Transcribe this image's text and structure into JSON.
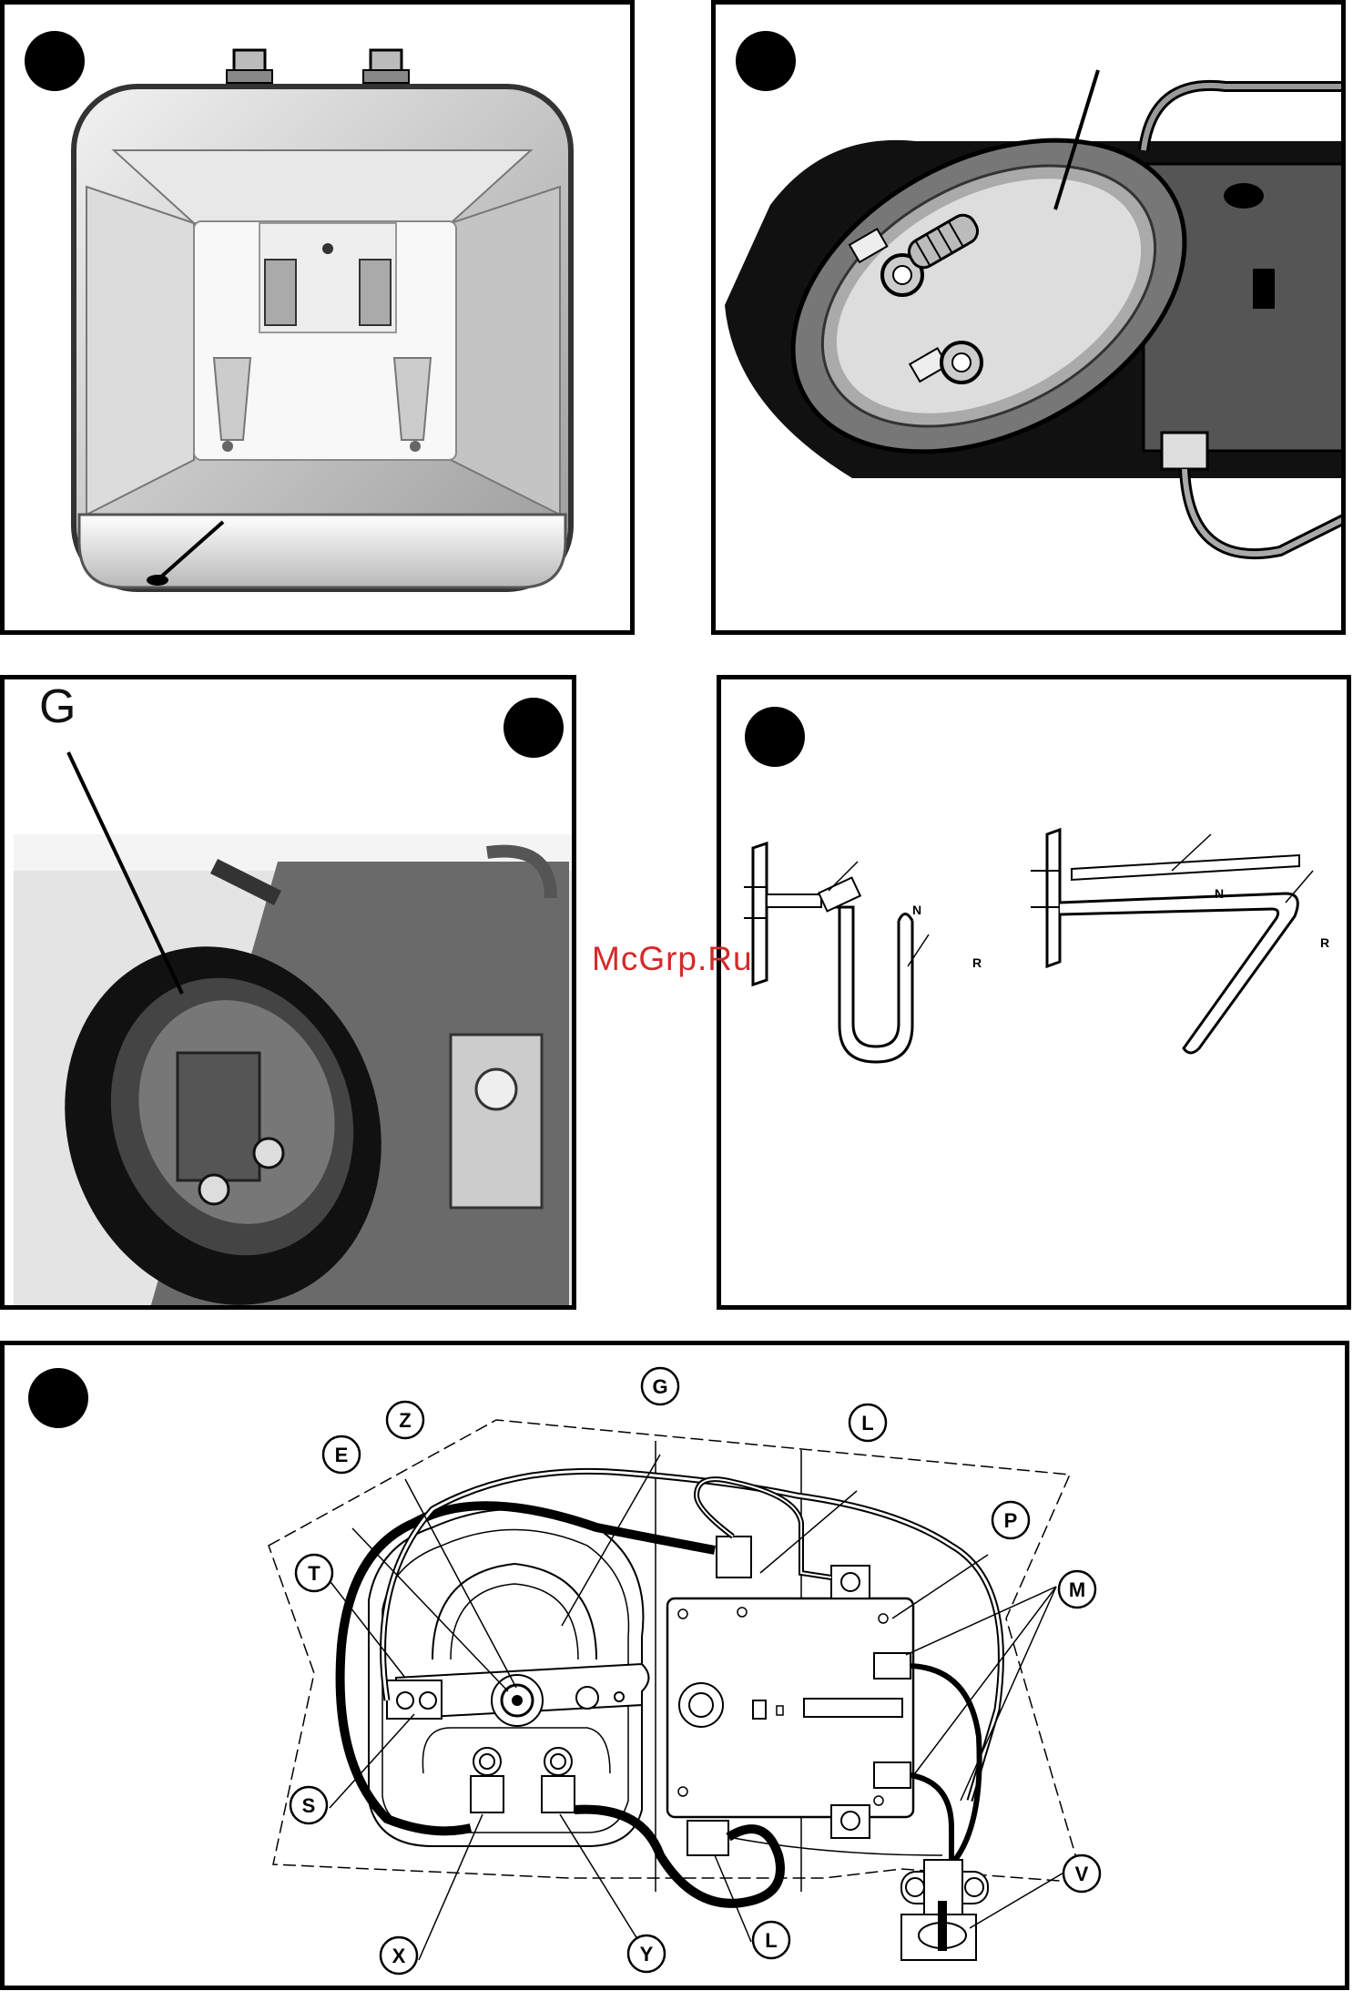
{
  "watermark": "McGrp.Ru",
  "panel3": {
    "label_g": "G"
  },
  "panel4": {
    "label_n_left": "N",
    "label_r_left": "R",
    "label_n_right": "N",
    "label_r_right": "R"
  },
  "panel5": {
    "callouts": [
      "G",
      "Z",
      "E",
      "L",
      "P",
      "T",
      "M",
      "S",
      "V",
      "X",
      "Y",
      "L"
    ]
  },
  "colors": {
    "ink": "#000000",
    "panel_bg": "#ffffff",
    "watermark": "#d42a2a",
    "mid_gray": "#8c8c8c",
    "dark_gray": "#3a3a3a"
  }
}
